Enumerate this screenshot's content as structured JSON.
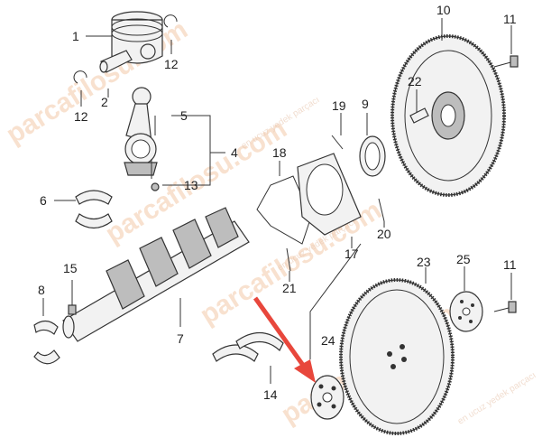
{
  "watermark": {
    "brand": "parcafilosu.com",
    "tagline": "en ucuz yedek parçacı"
  },
  "colors": {
    "arrow": "#e8473c",
    "watermark": "#f3c9a8",
    "line": "#333333"
  },
  "callouts": {
    "c1": "1",
    "c2": "2",
    "c4": "4",
    "c5": "5",
    "c6": "6",
    "c7": "7",
    "c8": "8",
    "c9": "9",
    "c10": "10",
    "c11a": "11",
    "c11b": "11",
    "c12a": "12",
    "c12b": "12",
    "c13": "13",
    "c14": "14",
    "c15": "15",
    "c17": "17",
    "c18": "18",
    "c19": "19",
    "c20": "20",
    "c21": "21",
    "c22": "22",
    "c23": "23",
    "c24": "24",
    "c25": "25"
  }
}
